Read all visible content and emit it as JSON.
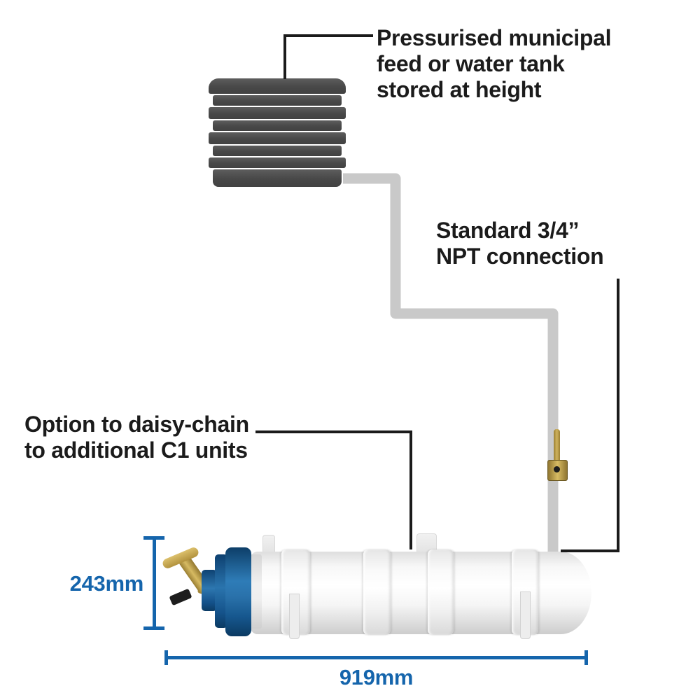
{
  "labels": {
    "tank": {
      "line1": "Pressurised municipal",
      "line2": "feed or water tank",
      "line3": "stored at height"
    },
    "npt": {
      "line1": "Standard 3/4”",
      "line2": "NPT connection"
    },
    "daisy_chain": {
      "line1": "Option to daisy-chain",
      "line2": "to additional C1 units"
    }
  },
  "dimensions": {
    "height_label": "243mm",
    "length_label": "919mm"
  },
  "colors": {
    "dimension_blue": "#1565ac",
    "label_black": "#1b1b1b",
    "leader_black": "#1b1b1b",
    "pipe_gray": "#c9c9c9",
    "tank_gray": "#4d4d4d",
    "cap_blue_dark": "#0d3e68",
    "cap_blue_light": "#2e7cb7",
    "brass": "#c2a04c",
    "vessel_white": "#f4f4f4"
  }
}
